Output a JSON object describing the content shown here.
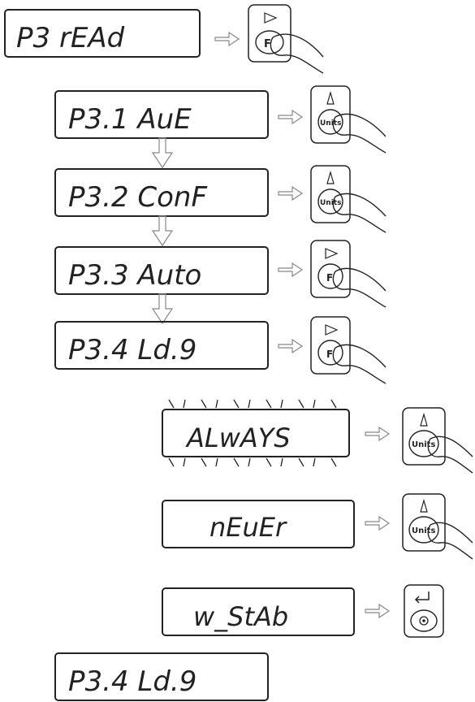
{
  "rows": [
    {
      "id": "p3-read",
      "display": "P3 rEAd",
      "key": "F",
      "blink": false,
      "down_arrow_after": false
    },
    {
      "id": "p31-ave",
      "display": "P3.1 AuE",
      "key": "Units",
      "blink": false,
      "down_arrow_after": true
    },
    {
      "id": "p32-conf",
      "display": "P3.2 ConF",
      "key": "Units",
      "blink": false,
      "down_arrow_after": true
    },
    {
      "id": "p33-auto",
      "display": "P3.3 Auto",
      "key": "F",
      "blink": false,
      "down_arrow_after": true
    },
    {
      "id": "p34-ldig",
      "display": "P3.4 Ld.9",
      "key": "F",
      "blink": false,
      "down_arrow_after": false
    },
    {
      "id": "always",
      "display": "ALwAYS",
      "key": "Units",
      "blink": true,
      "down_arrow_after": false
    },
    {
      "id": "never",
      "display": "nEuEr",
      "key": "Units",
      "blink": false,
      "down_arrow_after": false
    },
    {
      "id": "w-stab",
      "display": "w_StAb",
      "key": "Enter",
      "blink": false,
      "down_arrow_after": false
    },
    {
      "id": "p34-final",
      "display": "P3.4 Ld.9",
      "key": null,
      "blink": false,
      "down_arrow_after": false
    }
  ],
  "colors": {
    "stroke": "#222222",
    "bg": "#ffffff",
    "arrow": "#888888"
  }
}
